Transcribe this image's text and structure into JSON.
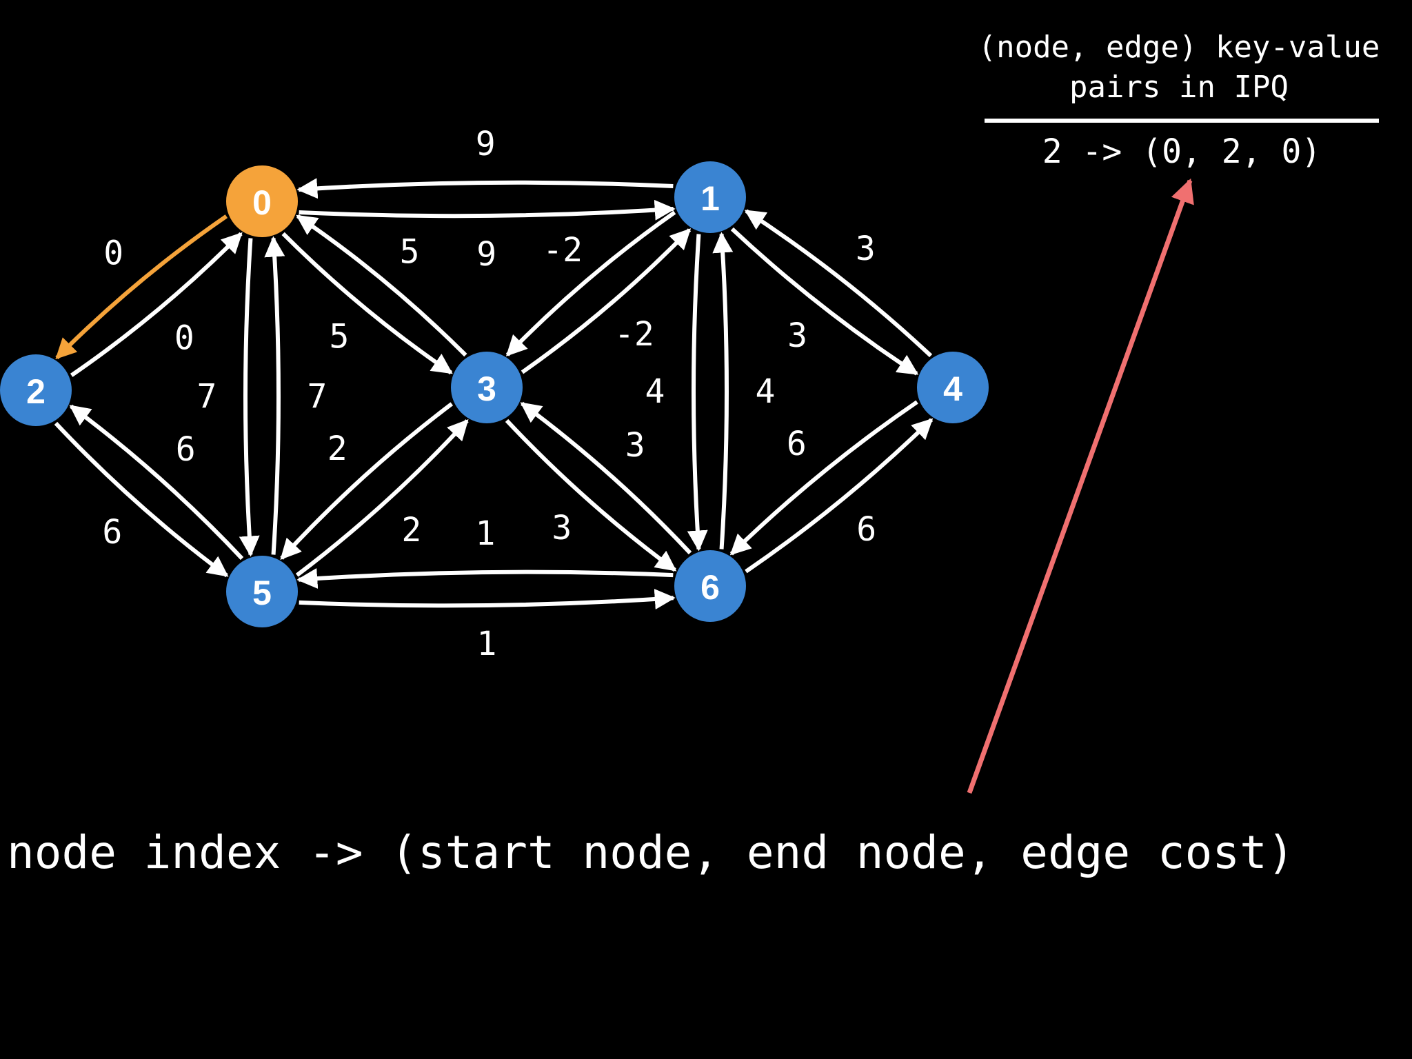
{
  "ipq": {
    "title": "(node, edge) key-value\npairs in IPQ",
    "entries": [
      "2 -> (0, 2, 0)"
    ]
  },
  "legend": "node index -> (start node, end node, edge cost)",
  "colors": {
    "node_default": "#3a84d2",
    "node_current": "#f5a33a",
    "edge_default": "#ffffff",
    "edge_highlight": "#f5a33a",
    "pointer_arrow": "#f07070"
  },
  "graph": {
    "nodes": [
      {
        "id": "0",
        "label": "0",
        "state": "current"
      },
      {
        "id": "1",
        "label": "1",
        "state": "default"
      },
      {
        "id": "2",
        "label": "2",
        "state": "default"
      },
      {
        "id": "3",
        "label": "3",
        "state": "default"
      },
      {
        "id": "4",
        "label": "4",
        "state": "default"
      },
      {
        "id": "5",
        "label": "5",
        "state": "default"
      },
      {
        "id": "6",
        "label": "6",
        "state": "default"
      }
    ],
    "edges": [
      {
        "from": "0",
        "to": "1",
        "cost": "9"
      },
      {
        "from": "1",
        "to": "0",
        "cost": "9"
      },
      {
        "from": "0",
        "to": "2",
        "cost": "0",
        "highlight": true
      },
      {
        "from": "2",
        "to": "0",
        "cost": "0"
      },
      {
        "from": "0",
        "to": "3",
        "cost": "5"
      },
      {
        "from": "3",
        "to": "0",
        "cost": "5"
      },
      {
        "from": "0",
        "to": "5",
        "cost": "7"
      },
      {
        "from": "5",
        "to": "0",
        "cost": "7"
      },
      {
        "from": "1",
        "to": "3",
        "cost": "-2"
      },
      {
        "from": "3",
        "to": "1",
        "cost": "-2"
      },
      {
        "from": "1",
        "to": "4",
        "cost": "3"
      },
      {
        "from": "4",
        "to": "1",
        "cost": "3"
      },
      {
        "from": "1",
        "to": "6",
        "cost": "4"
      },
      {
        "from": "6",
        "to": "1",
        "cost": "4"
      },
      {
        "from": "2",
        "to": "5",
        "cost": "6"
      },
      {
        "from": "5",
        "to": "2",
        "cost": "6"
      },
      {
        "from": "3",
        "to": "5",
        "cost": "2"
      },
      {
        "from": "5",
        "to": "3",
        "cost": "2"
      },
      {
        "from": "3",
        "to": "6",
        "cost": "3"
      },
      {
        "from": "6",
        "to": "3",
        "cost": "3"
      },
      {
        "from": "4",
        "to": "6",
        "cost": "6"
      },
      {
        "from": "6",
        "to": "4",
        "cost": "6"
      },
      {
        "from": "5",
        "to": "6",
        "cost": "1"
      },
      {
        "from": "6",
        "to": "5",
        "cost": "1"
      }
    ]
  }
}
